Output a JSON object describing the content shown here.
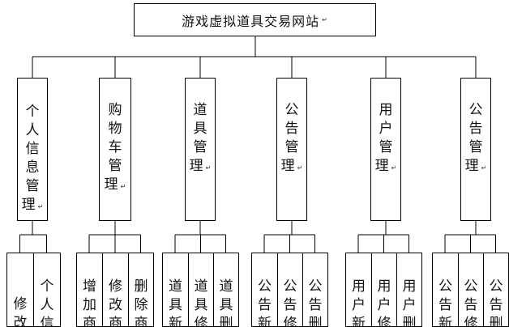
{
  "root": {
    "label": "游戏虚拟道具交易网站",
    "mark": "↵"
  },
  "modules": [
    {
      "label": "个人信息管理",
      "mark": "↵",
      "children": [
        {
          "label": "修改"
        },
        {
          "label": "个人信"
        }
      ]
    },
    {
      "label": "购物车管理",
      "mark": "↵",
      "children": [
        {
          "label": "增加商"
        },
        {
          "label": "修改商"
        },
        {
          "label": "删除商"
        }
      ]
    },
    {
      "label": "道具管理",
      "mark": "↵",
      "children": [
        {
          "label": "道具新"
        },
        {
          "label": "道具修"
        },
        {
          "label": "道具删"
        }
      ]
    },
    {
      "label": "公告管理",
      "mark": "↵",
      "children": [
        {
          "label": "公告新"
        },
        {
          "label": "公告修"
        },
        {
          "label": "公告删"
        }
      ]
    },
    {
      "label": "用户管理",
      "mark": "↵",
      "children": [
        {
          "label": "用户新"
        },
        {
          "label": "用户修"
        },
        {
          "label": "用户删"
        }
      ]
    },
    {
      "label": "公告管理",
      "mark": "↵",
      "children": [
        {
          "label": "公告新"
        },
        {
          "label": "公告修"
        },
        {
          "label": "公告删"
        }
      ]
    }
  ]
}
